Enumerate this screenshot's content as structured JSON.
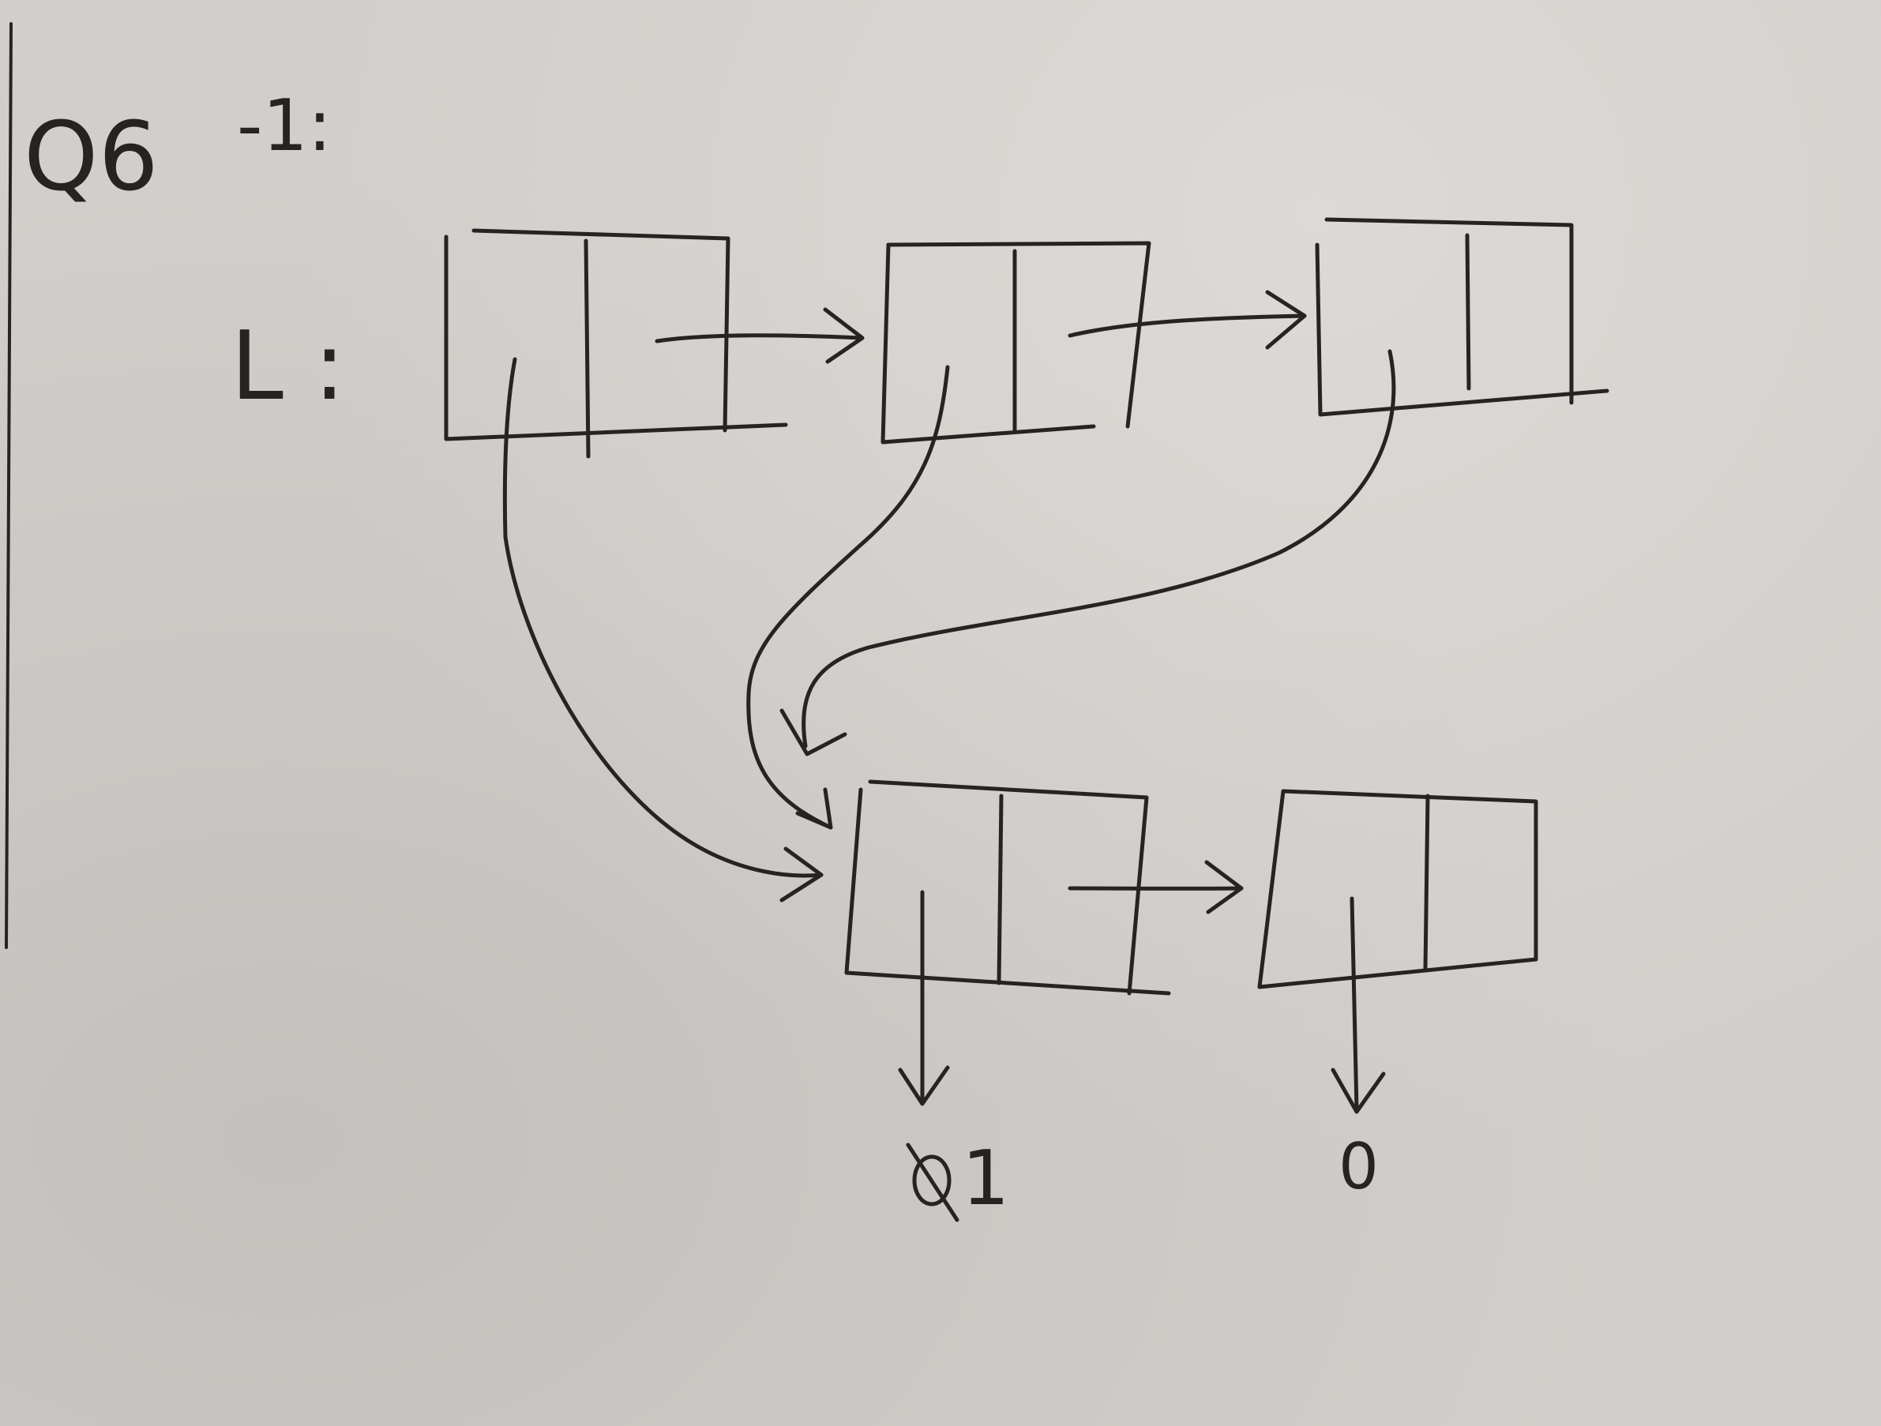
{
  "heading": {
    "q": "Q6",
    "part": "-1:"
  },
  "list_label": "L :",
  "value_labels": {
    "first": "1",
    "second": "0"
  }
}
